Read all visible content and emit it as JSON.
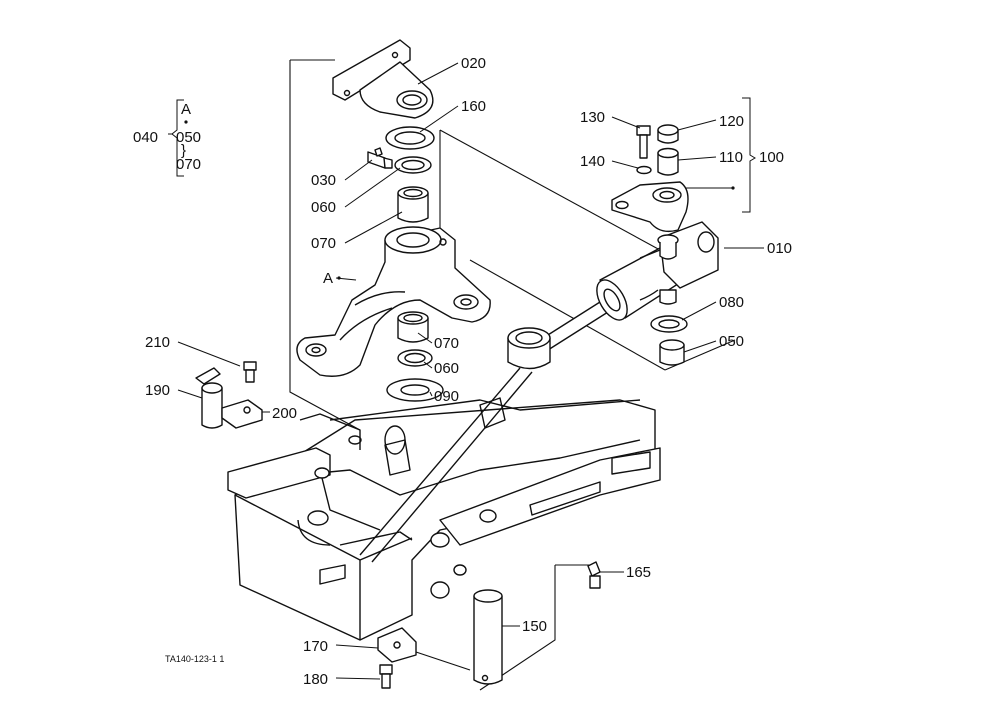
{
  "drawing_code": "TA140-123-1 1",
  "inset": {
    "ref": "A",
    "parent": "040",
    "child_top": "050",
    "child_bottom": "070"
  },
  "callouts": {
    "p020": "020",
    "p160": "160",
    "p030": "030",
    "p060a": "060",
    "p070a": "070",
    "pA": "A",
    "p070b": "070",
    "p060b": "060",
    "p090": "090",
    "p130": "130",
    "p120": "120",
    "p140": "140",
    "p110": "110",
    "p100": "100",
    "p010": "010",
    "p080": "080",
    "p050": "050",
    "p210": "210",
    "p190": "190",
    "p200": "200",
    "p165": "165",
    "p150": "150",
    "p170": "170",
    "p180": "180"
  }
}
